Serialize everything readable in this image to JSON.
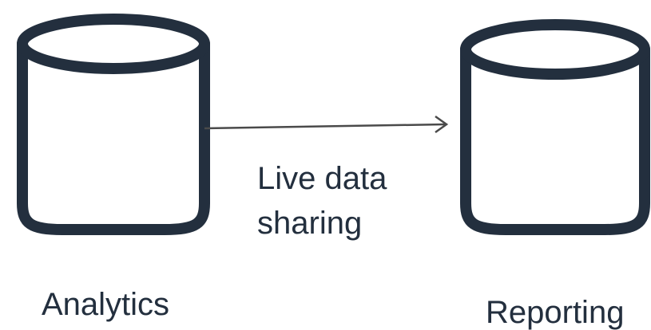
{
  "nodes": [
    {
      "id": "analytics",
      "label": "Analytics"
    },
    {
      "id": "reporting",
      "label": "Reporting"
    }
  ],
  "edge": {
    "from": "analytics",
    "to": "reporting",
    "label_lines": [
      "Live data",
      "sharing"
    ]
  },
  "colors": {
    "cylinder_stroke": "#232f3e",
    "arrow": "#4a4a4a",
    "text": "#232f3e",
    "background": "#ffffff"
  },
  "icons": {
    "analytics": "database-cylinder-icon",
    "reporting": "database-cylinder-icon",
    "edge": "arrow-right-icon"
  }
}
